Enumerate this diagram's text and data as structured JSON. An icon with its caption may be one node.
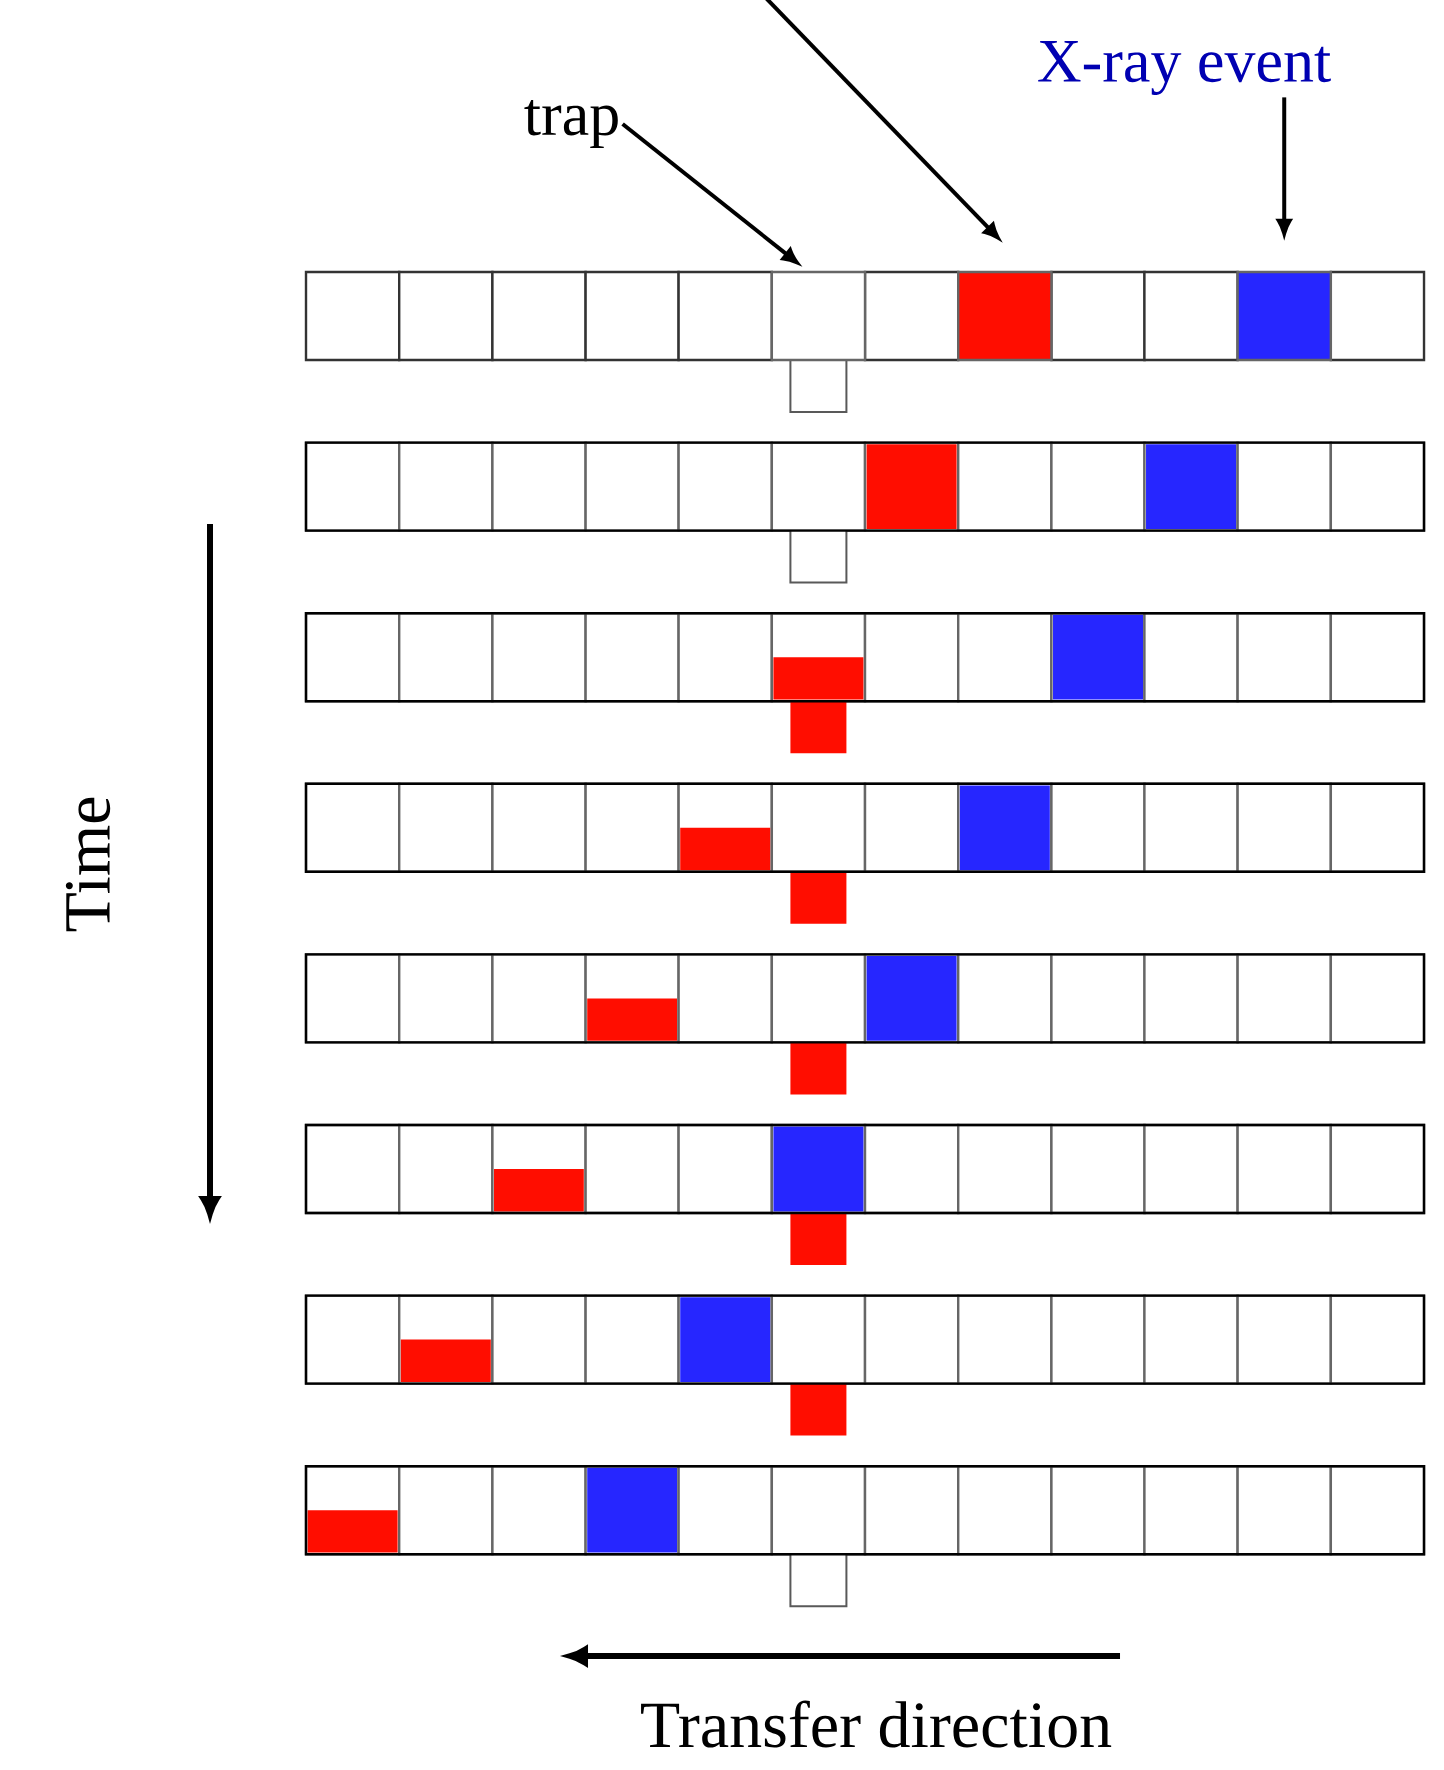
{
  "diagram": {
    "nodes": [
      {
        "text": [
          "trap"
        ]
      },
      {
        "text": [
          "X-ray event"
        ]
      },
      {
        "text": [],
        "shape": "box"
      },
      {
        "text": [],
        "shape": "box"
      },
      {
        "text": [],
        "shape": "box"
      }
    ],
    "edges": [
      {
        "from": 0,
        "to": 2,
        "arrow": "to"
      },
      {
        "from": null,
        "to": 3,
        "arrow": "to"
      },
      {
        "from": 1,
        "to": 4,
        "arrow": "to"
      }
    ],
    "labels": [
      "Time",
      "Transfer direction"
    ]
  }
}
